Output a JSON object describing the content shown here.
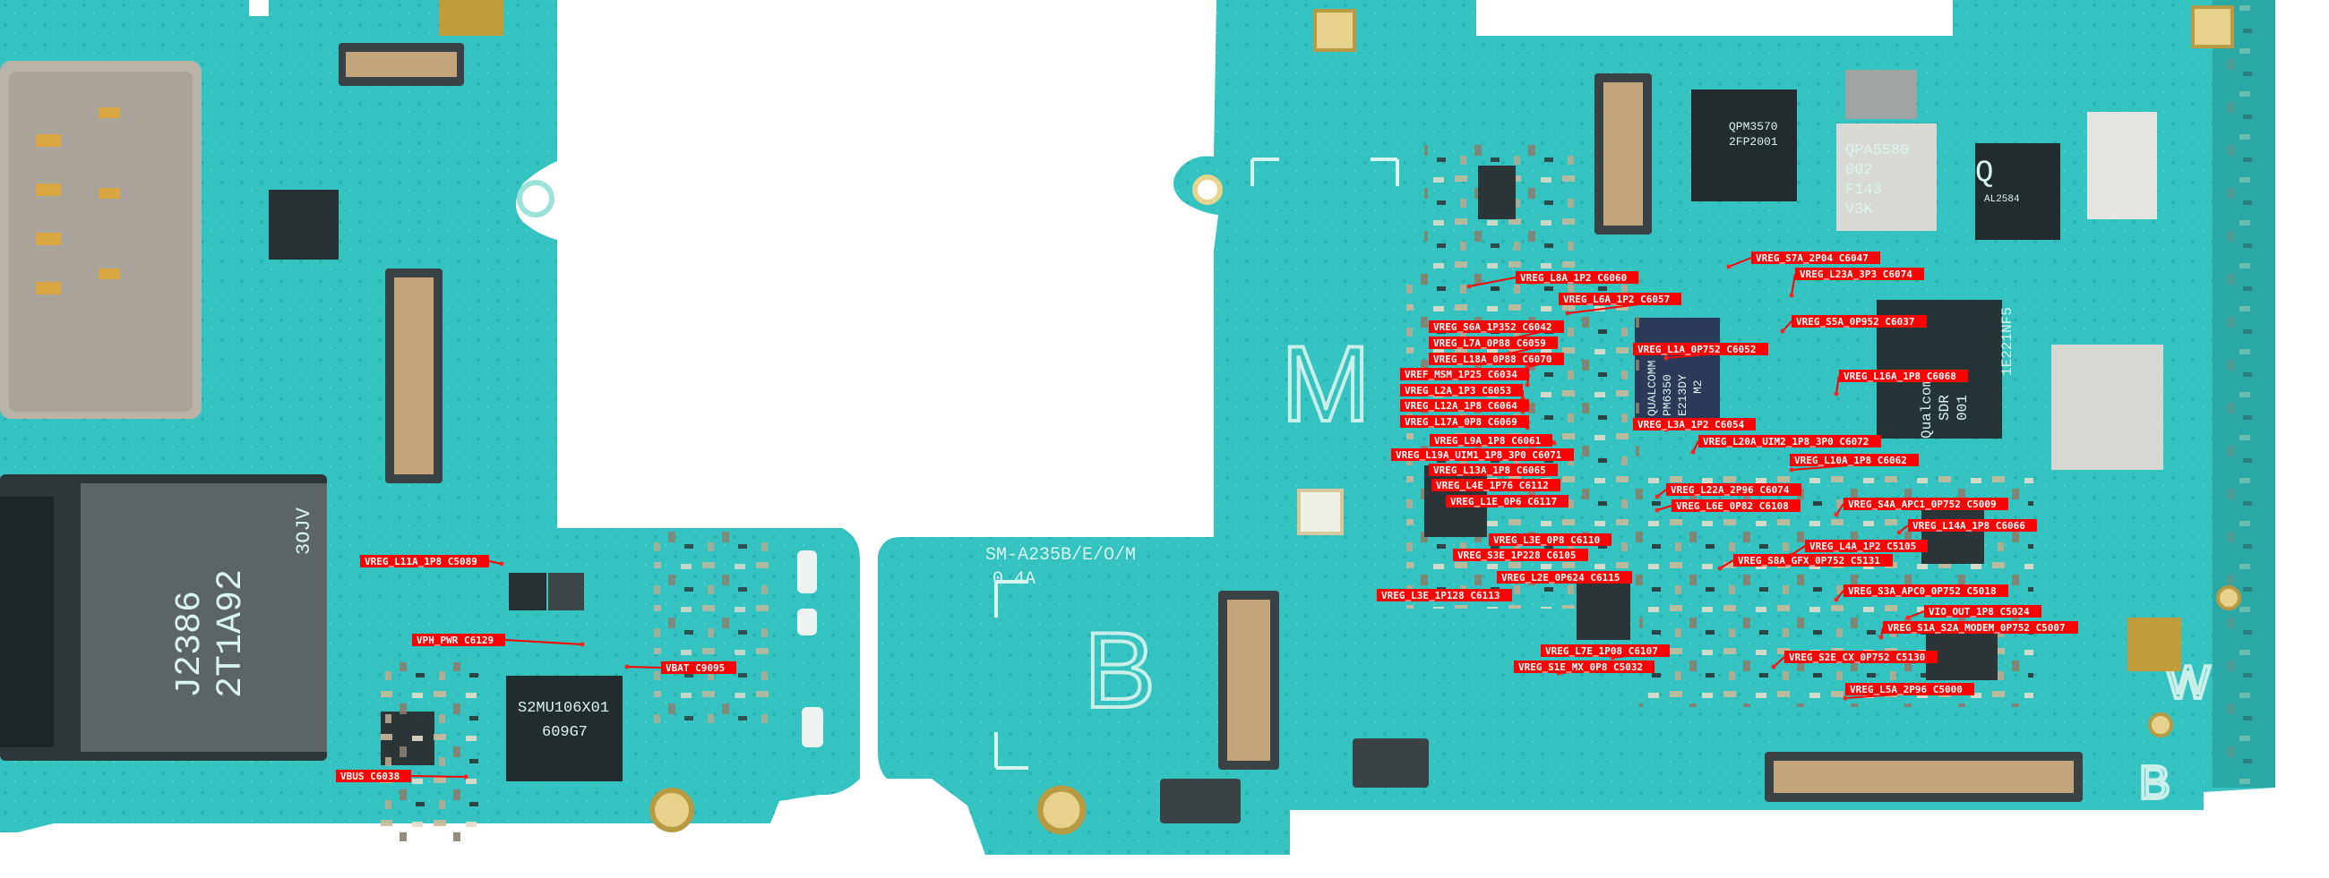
{
  "board": {
    "model_marking": "SM-A235B/E/O/M",
    "revision_marking": "0.4A",
    "zone_letters": [
      "M",
      "B",
      "W",
      "B"
    ],
    "colors": {
      "pcb": "#34c3c0",
      "pcb_dark": "#1ea8a6",
      "label_bg": "#ff0000",
      "label_text": "#ffffff",
      "pin": "#ff2020",
      "chip": "#1f2a2e"
    }
  },
  "chips": {
    "left_big": [
      "2T1A92",
      "J2386",
      "3OJV"
    ],
    "left_pmic": [
      "S2MU106X01",
      "609G7"
    ],
    "rf1": [
      "QPM3570",
      "2FP2001"
    ],
    "rf2": [
      "QPA5580",
      "002",
      "F143",
      "V3K"
    ],
    "rf3": [
      "Q",
      "AL2584"
    ],
    "pmic_main": [
      "QUALCOMM",
      "PM6350",
      "E213DY",
      "M2"
    ],
    "sdr": [
      "Qualcomm",
      "SDR",
      "001"
    ],
    "modem": [
      "1E221NF5"
    ]
  },
  "labels": [
    {
      "net": "VREG_S7A_2P04",
      "ref": "C6047"
    },
    {
      "net": "VREG_L8A_1P2",
      "ref": "C6060"
    },
    {
      "net": "VREG_L23A_3P3",
      "ref": "C6074"
    },
    {
      "net": "VREG_L6A_1P2",
      "ref": "C6057"
    },
    {
      "net": "VREG_S6A_1P352",
      "ref": "C6042"
    },
    {
      "net": "VREG_S5A_0P952",
      "ref": "C6037"
    },
    {
      "net": "VREG_L7A_0P88",
      "ref": "C6059"
    },
    {
      "net": "VREG_L1A_0P752",
      "ref": "C6052"
    },
    {
      "net": "VREG_L18A_0P88",
      "ref": "C6070"
    },
    {
      "net": "VREF_MSM_1P25",
      "ref": "C6034"
    },
    {
      "net": "VREG_L16A_1P8",
      "ref": "C6068"
    },
    {
      "net": "VREG_L2A_1P3",
      "ref": "C6053"
    },
    {
      "net": "VREG_L12A_1P8",
      "ref": "C6064"
    },
    {
      "net": "VREG_L17A_0P8",
      "ref": "C6069"
    },
    {
      "net": "VREG_L3A_1P2",
      "ref": "C6054"
    },
    {
      "net": "VREG_L9A_1P8",
      "ref": "C6061"
    },
    {
      "net": "VREG_L20A_UIM2_1P8_3P0",
      "ref": "C6072"
    },
    {
      "net": "VREG_L19A_UIM1_1P8_3P0",
      "ref": "C6071"
    },
    {
      "net": "VREG_L10A_1P8",
      "ref": "C6062"
    },
    {
      "net": "VREG_L13A_1P8",
      "ref": "C6065"
    },
    {
      "net": "VREG_L4E_1P76",
      "ref": "C6112"
    },
    {
      "net": "VREG_L22A_2P96",
      "ref": "C6074"
    },
    {
      "net": "VREG_L1E_0P6",
      "ref": "C6117"
    },
    {
      "net": "VREG_L6E_0P82",
      "ref": "C6108"
    },
    {
      "net": "VREG_S4A_APC1_0P752",
      "ref": "C5009"
    },
    {
      "net": "VREG_L14A_1P8",
      "ref": "C6066"
    },
    {
      "net": "VREG_L11A_1P8",
      "ref": "C5089"
    },
    {
      "net": "VREG_L3E_0P8",
      "ref": "C6110"
    },
    {
      "net": "VREG_L4A_1P2",
      "ref": "C5105"
    },
    {
      "net": "VREG_S3E_1P228",
      "ref": "C6105"
    },
    {
      "net": "VREG_S8A_GFX_0P752",
      "ref": "C5131"
    },
    {
      "net": "VREG_L2E_0P624",
      "ref": "C6115"
    },
    {
      "net": "VREG_S3A_APC0_0P752",
      "ref": "C5018"
    },
    {
      "net": "VREG_L3E_1P128",
      "ref": "C6113"
    },
    {
      "net": "VIO_OUT_1P8",
      "ref": "C5024"
    },
    {
      "net": "VPH_PWR",
      "ref": "C6129"
    },
    {
      "net": "VREG_S1A_S2A_MODEM_0P752",
      "ref": "C5007"
    },
    {
      "net": "VREG_L7E_1P08",
      "ref": "C6107"
    },
    {
      "net": "VREG_S2E_CX_0P752",
      "ref": "C5130"
    },
    {
      "net": "VBAT",
      "ref": "C9095"
    },
    {
      "net": "VREG_S1E_MX_0P8",
      "ref": "C5032"
    },
    {
      "net": "VREG_L5A_2P96",
      "ref": "C5000"
    },
    {
      "net": "VBUS",
      "ref": "C6038"
    }
  ]
}
